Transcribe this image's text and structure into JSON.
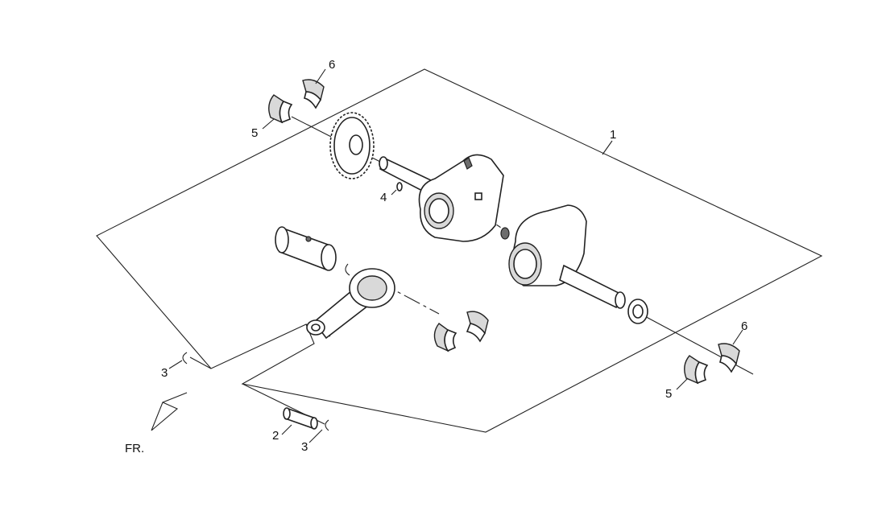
{
  "callouts": {
    "c1": "1",
    "c2": "2",
    "c3a": "3",
    "c3b": "3",
    "c4": "4",
    "c5a": "5",
    "c5b": "5",
    "c6a": "6",
    "c6b": "6"
  },
  "direction": {
    "label": "FR."
  },
  "colors": {
    "line": "#222222",
    "fill_light": "#d9d9d9",
    "fill_dark": "#6d6d6d"
  }
}
